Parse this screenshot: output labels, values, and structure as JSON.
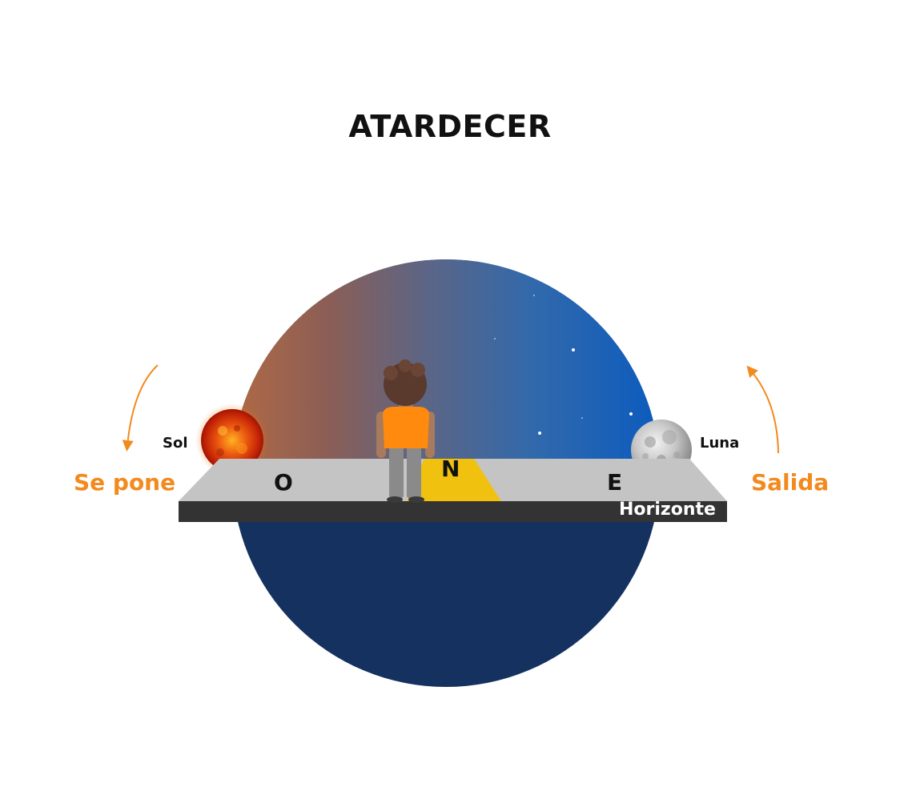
{
  "title": "ATARDECER",
  "labels": {
    "sun": "Sol",
    "moon": "Luna",
    "sets": "Se pone",
    "rises": "Salida",
    "horizon": "Horizonte"
  },
  "directions": {
    "west": "O",
    "north": "N",
    "east": "E"
  },
  "colors": {
    "sky_dusk": "#a56a4e",
    "sky_night": "#0b5bbf",
    "below_horizon": "#143160",
    "horizon_plane": "#c4c4c4",
    "horizon_edge": "#333333",
    "north_marker": "#f0c20f",
    "accent": "#f28a1e",
    "shirt": "#ff8a0e",
    "pants": "#8a8a8a",
    "hair": "#5a3a2c"
  }
}
